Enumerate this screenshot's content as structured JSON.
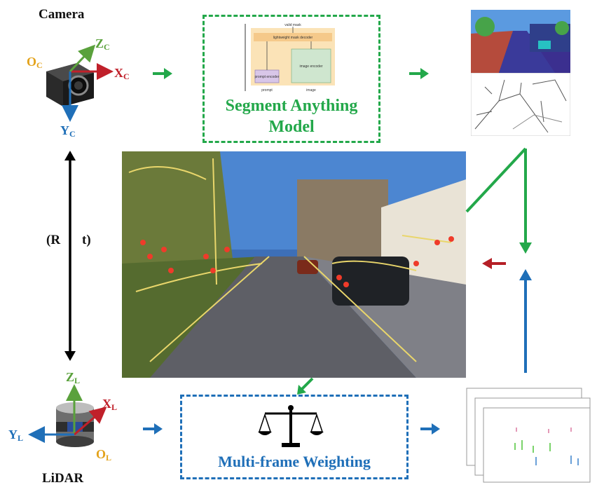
{
  "camera": {
    "title": "Camera",
    "origin": "O",
    "origin_sub": "C",
    "x": "X",
    "x_sub": "C",
    "y": "Y",
    "y_sub": "C",
    "z": "Z",
    "z_sub": "C"
  },
  "lidar": {
    "title": "LiDAR",
    "origin": "O",
    "origin_sub": "L",
    "x": "X",
    "x_sub": "L",
    "y": "Y",
    "y_sub": "L",
    "z": "Z",
    "z_sub": "L"
  },
  "transform": {
    "r": "(R",
    "t": "t)"
  },
  "sam": {
    "label_line1": "Segment Anything",
    "label_line2": "Model",
    "thumb": {
      "valid_mask": "valid mask",
      "decoder": "lightweight mask decoder",
      "prompt_encoder": "prompt encoder",
      "image_encoder": "image encoder",
      "prompt": "prompt",
      "image": "image"
    }
  },
  "weighting": {
    "label": "Multi-frame Weighting"
  },
  "colors": {
    "green_arrow": "#23a84a",
    "blue_arrow": "#1f6fb8",
    "red_arrow": "#b51f26",
    "black_arrow": "#000000",
    "sam_border": "#23a84a",
    "weight_border": "#1f6fb8"
  }
}
